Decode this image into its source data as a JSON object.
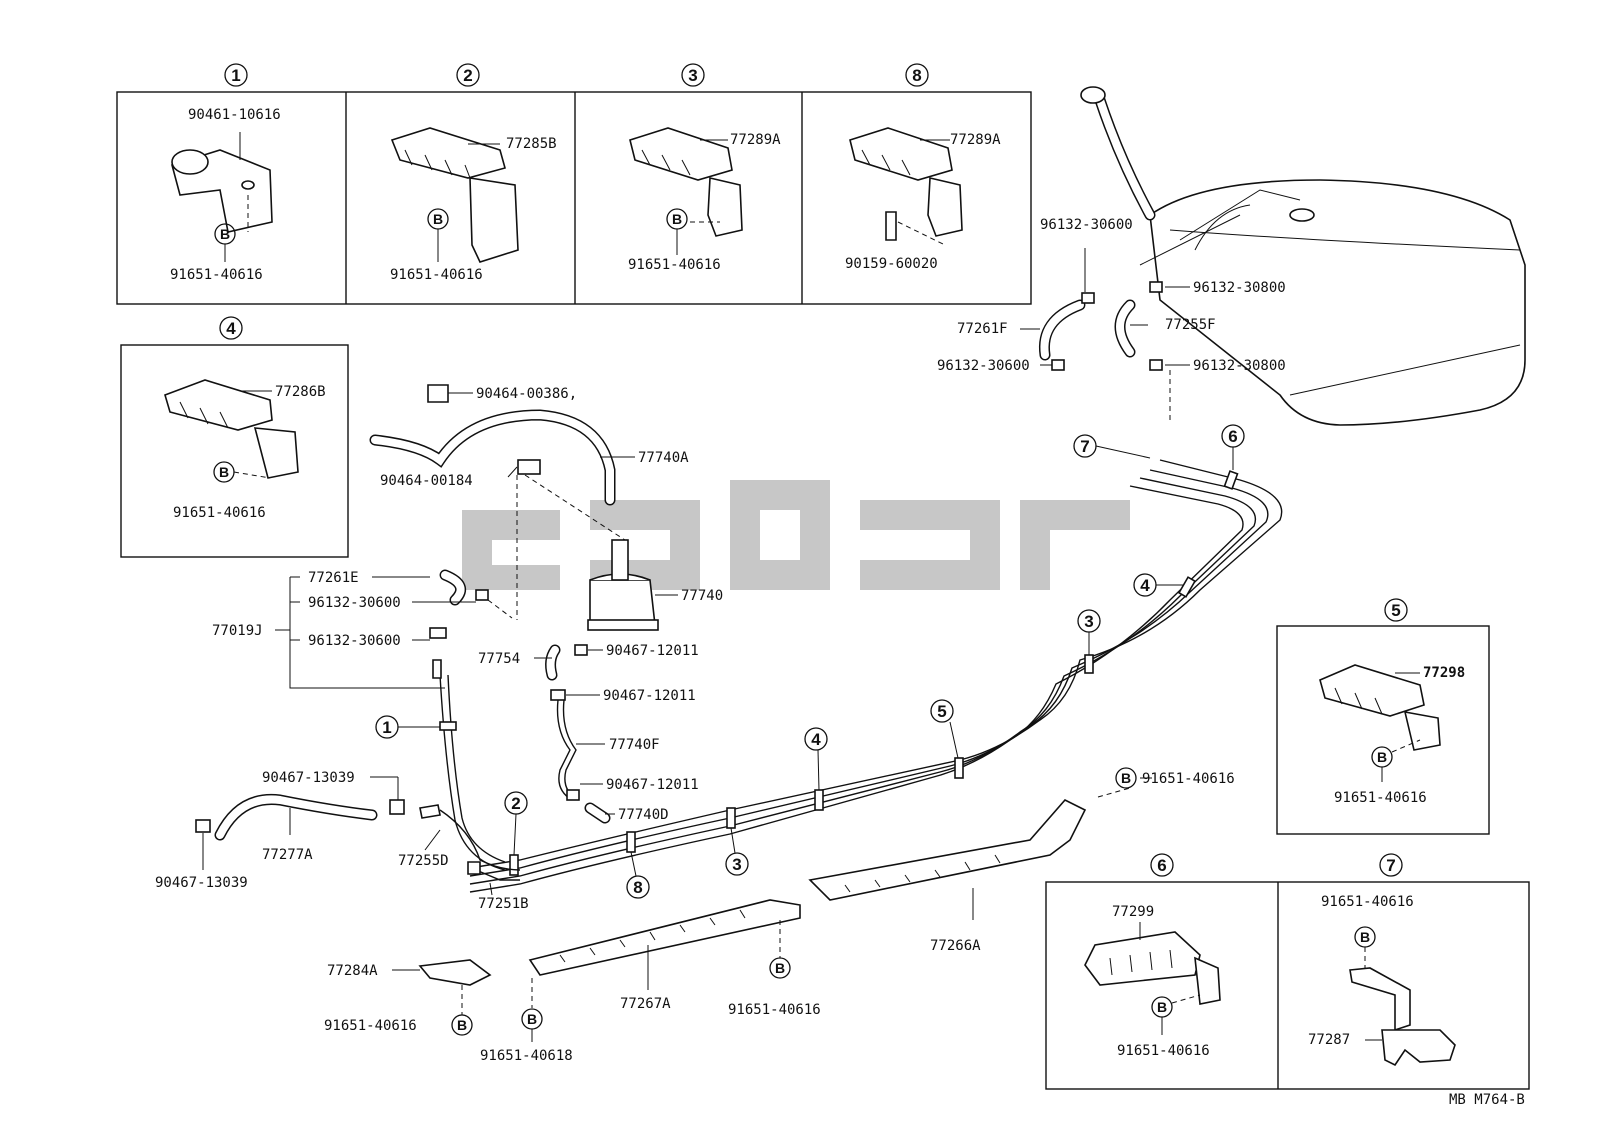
{
  "diagram": {
    "code": "MB M764-B",
    "callouts": [
      "1",
      "2",
      "3",
      "8",
      "4",
      "5",
      "6",
      "7"
    ],
    "detail_boxes": {
      "box1": {
        "num": "1",
        "top": "90461-10616",
        "bolt": "B",
        "bottom": "91651-40616"
      },
      "box2": {
        "num": "2",
        "part": "77285B",
        "bolt": "B",
        "bottom": "91651-40616"
      },
      "box3": {
        "num": "3",
        "part": "77289A",
        "bolt": "B",
        "bottom": "91651-40616"
      },
      "box8": {
        "num": "8",
        "part": "77289A",
        "bottom": "90159-60020"
      },
      "box4": {
        "num": "4",
        "part": "77286B",
        "bolt": "B",
        "bottom": "91651-40616"
      },
      "box5": {
        "num": "5",
        "part": "77298",
        "bolt": "B",
        "bottom": "91651-40616"
      },
      "box6": {
        "num": "6",
        "part": "77299",
        "bolt": "B",
        "bottom": "91651-40616"
      },
      "box7": {
        "num": "7",
        "top": "91651-40616",
        "bolt": "B",
        "part": "77287"
      }
    },
    "labels": {
      "l_96132_30600_a": "96132-30600",
      "l_96132_30800_a": "96132-30800",
      "l_77261F": "77261F",
      "l_77255F": "77255F",
      "l_96132_30600_b": "96132-30600",
      "l_96132_30800_b": "96132-30800",
      "l_90464_00386": "90464-00386,",
      "l_77740A": "77740A",
      "l_90464_00184": "90464-00184",
      "l_77261E": "77261E",
      "l_96132_30600_c": "96132-30600",
      "l_77019J": "77019J",
      "l_96132_30600_d": "96132-30600",
      "l_77740": "77740",
      "l_77754": "77754",
      "l_90467_12011_a": "90467-12011",
      "l_90467_12011_b": "90467-12011",
      "l_77740F": "77740F",
      "l_90467_12011_c": "90467-12011",
      "l_77740D": "77740D",
      "l_90467_13039_a": "90467-13039",
      "l_77277A": "77277A",
      "l_90467_13039_b": "90467-13039",
      "l_77255D": "77255D",
      "l_77251B": "77251B",
      "l_91651_40616_main": "91651-40616",
      "l_77266A": "77266A",
      "l_77284A": "77284A",
      "l_91651_40616_l": "91651-40616",
      "l_77267A": "77267A",
      "l_91651_40616_m": "91651-40616",
      "l_91651_40618": "91651-40618"
    },
    "bolt_marker": "B"
  }
}
